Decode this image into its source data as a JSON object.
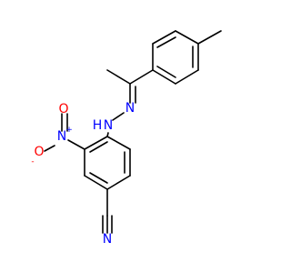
{
  "atoms": [
    {
      "id": "N_hydrazone_1",
      "label": "N",
      "element": "N"
    },
    {
      "id": "N_hydrazone_2",
      "label": "N",
      "element": "N"
    },
    {
      "id": "H_on_N",
      "label": "H",
      "element": "H"
    },
    {
      "id": "N_nitro",
      "label": "N",
      "element": "N",
      "charge": "+"
    },
    {
      "id": "O_nitro_double",
      "label": "O",
      "element": "O"
    },
    {
      "id": "O_nitro_single",
      "label": "O",
      "element": "O",
      "charge": "-"
    },
    {
      "id": "N_nitrile",
      "label": "N",
      "element": "N"
    }
  ],
  "colors": {
    "bond": "#000000",
    "N": "#0000ff",
    "O": "#ff0000",
    "H": "#0000ff",
    "background": "#ffffff"
  }
}
